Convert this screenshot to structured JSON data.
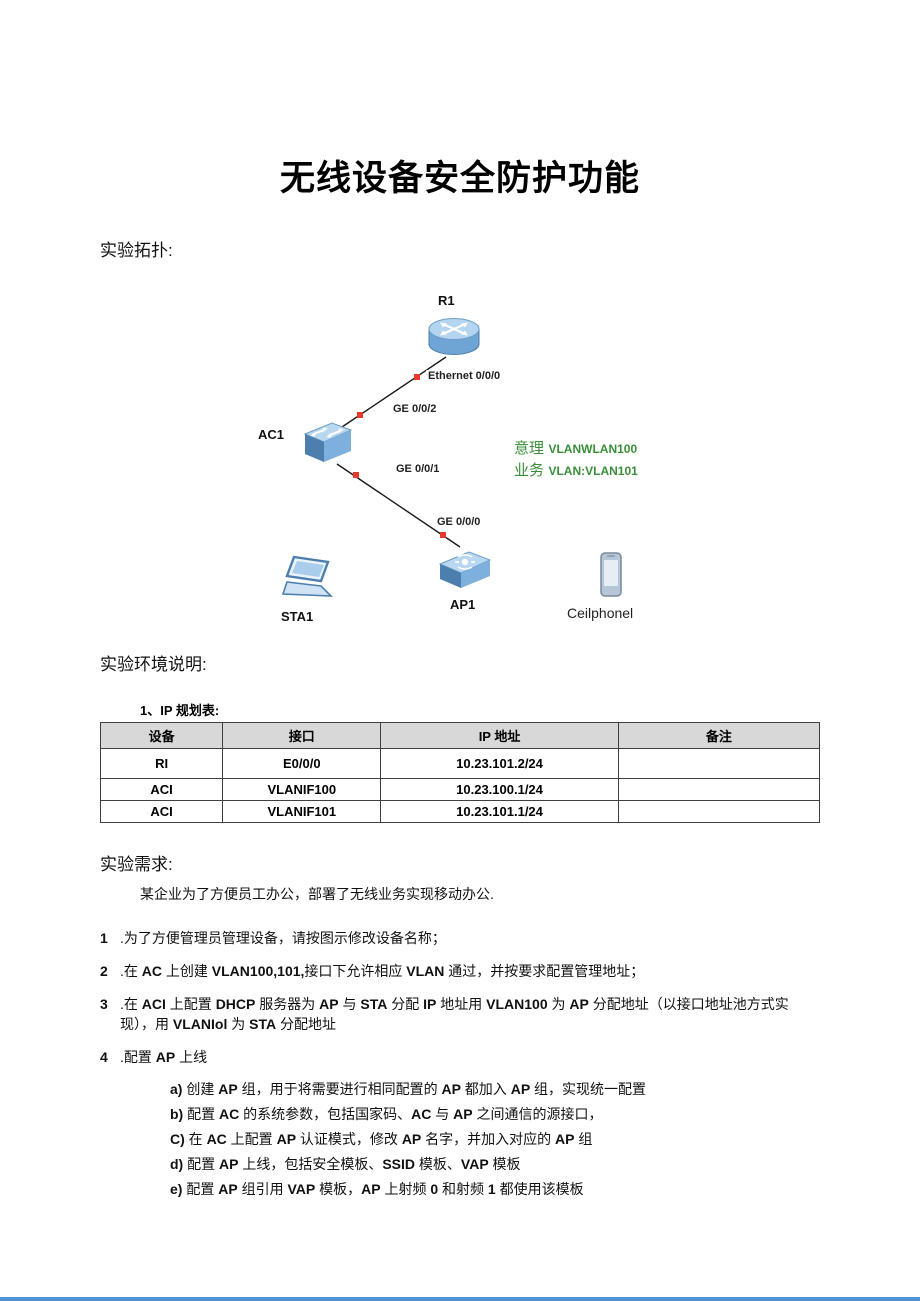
{
  "colors": {
    "accent_green": "#3a8e3a",
    "link_red": "#e8392f",
    "table_header_bg": "#d8d8d8",
    "page_border_blue": "#4f93d6"
  },
  "page": {
    "title": "无线设备安全防护功能"
  },
  "sections": {
    "topology_label": "实验拓扑:",
    "env_label": "实验环境说明:",
    "req_label": "实验需求:"
  },
  "diagram": {
    "r1_label": "R1",
    "ac1_label": "AC1",
    "ap1_label": "AP1",
    "sta1_label": "STA1",
    "phone_label": "Ceilphonel",
    "eth_port": "Ethernet 0/0/0",
    "ge2_port": "GE 0/0/2",
    "ge1_port": "GE 0/0/1",
    "ge0_port": "GE 0/0/0",
    "note_line1_cn": "意理",
    "note_line1_en": "VLANWLAN100",
    "note_line2_cn": "业务",
    "note_line2_en": "VLAN:VLAN101"
  },
  "ip_table": {
    "caption": "1、IP 规划表:",
    "headers": [
      "设备",
      "接口",
      "IP 地址",
      "备注"
    ],
    "rows": [
      [
        "RI",
        "E0/0/0",
        "10.23.101.2/24",
        ""
      ],
      [
        "ACI",
        "VLANIF100",
        "10.23.100.1/24",
        ""
      ],
      [
        "ACI",
        "VLANIF101",
        "10.23.101.1/24",
        ""
      ]
    ]
  },
  "requirements": {
    "intro": "某企业为了方便员工办公，部署了无线业务实现移动办公.",
    "items": [
      {
        "num": "1",
        "text": ".为了方便管理员管理设备，请按图示修改设备名称；"
      },
      {
        "num": "2",
        "text": ".在 AC 上创建 VLAN100,101,接口下允许相应 VLAN 通过，并按要求配置管理地址；"
      },
      {
        "num": "3",
        "text": ".在 ACI 上配置 DHCP 服务器为 AP 与 STA 分配 IP 地址用 VLAN100 为 AP 分配地址（以接口地址池方式实现），用 VLANIol 为 STA 分配地址"
      },
      {
        "num": "4",
        "text": ".配置 AP 上线"
      }
    ],
    "subitems": [
      "a) 创建 AP 组，用于将需要进行相同配置的 AP 都加入 AP 组，实现统一配置",
      "b) 配置 AC 的系统参数，包括国家码、AC 与 AP 之间通信的源接口，",
      "C) 在 AC 上配置 AP 认证模式，修改 AP 名字，并加入对应的 AP 组",
      "d) 配置 AP 上线，包括安全模板、SSID 模板、VAP 模板",
      "e) 配置 AP 组引用 VAP 模板，AP 上射频 0 和射频 1 都使用该模板"
    ]
  }
}
